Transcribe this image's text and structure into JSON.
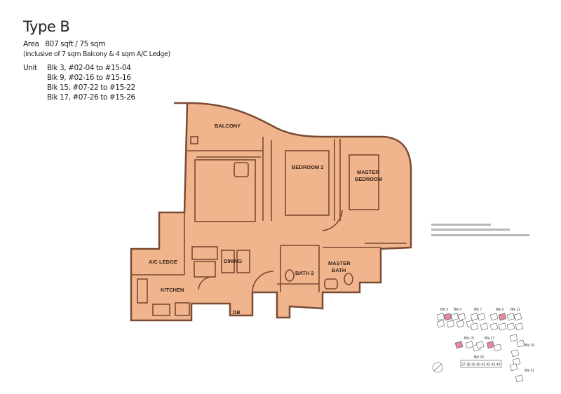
{
  "header": {
    "title": "Type B",
    "area_label": "Area",
    "area_value": "807 sqft / 75 sqm",
    "area_note": "(inclusive of 7 sqm Balcony & 4 sqm A/C Ledge)",
    "unit_label": "Unit",
    "units": [
      "Blk 3,  #02-04 to #15-04",
      "Blk 9,  #02-16 to #15-16",
      "Blk 15, #07-22 to #15-22",
      "Blk 17, #07-26 to #15-26"
    ]
  },
  "floor_plan": {
    "rooms": {
      "balcony": "BALCONY",
      "bedroom2": "BEDROOM 2",
      "master_bedroom_1": "MASTER",
      "master_bedroom_2": "BEDROOM",
      "ac_ledge": "A/C LEDGE",
      "dining": "DINING",
      "kitchen": "KITCHEN",
      "bath2": "BATH 2",
      "master_bath_1": "MASTER",
      "master_bath_2": "BATH",
      "db": "DB"
    },
    "fill_color": "#f1b58e",
    "wall_color": "#7b4a32"
  },
  "key_plan": {
    "blocks": [
      "Blk 3",
      "Blk 5",
      "Blk 7",
      "Blk 9",
      "Blk 11",
      "Blk 15",
      "Blk 17",
      "Blk 19",
      "Blk 21",
      "Blk 23"
    ],
    "blk23_units": [
      "37",
      "38",
      "39",
      "40",
      "41",
      "42",
      "43",
      "44"
    ],
    "highlight_color": "#e08a9a"
  }
}
